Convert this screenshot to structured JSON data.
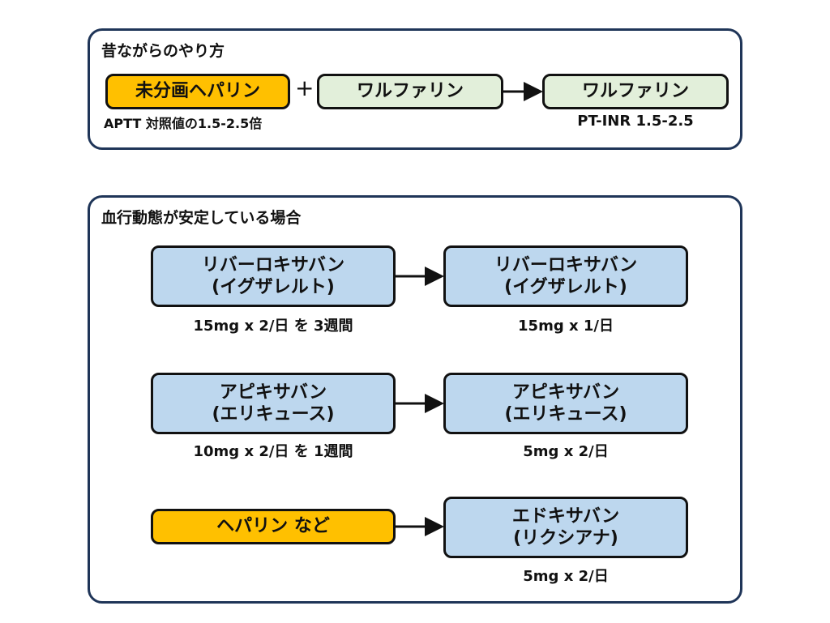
{
  "traditional": {
    "title": "昔ながらのやり方",
    "plus": "+",
    "box1": {
      "label": "未分画ヘパリン",
      "color": "#ffc000",
      "note": "APTT 対照値の1.5-2.5倍"
    },
    "box2": {
      "label": "ワルファリン",
      "color": "#e2efda"
    },
    "box3": {
      "label": "ワルファリン",
      "color": "#e2efda",
      "note": "PT-INR 1.5-2.5"
    }
  },
  "stable": {
    "title": "血行動態が安定している場合",
    "rows": [
      {
        "from": {
          "line1": "リバーロキサバン",
          "line2": "(イグザレルト)",
          "note": "15mg x 2/日 を 3週間"
        },
        "to": {
          "line1": "リバーロキサバン",
          "line2": "(イグザレルト)",
          "note": "15mg x 1/日"
        }
      },
      {
        "from": {
          "line1": "アピキサバン",
          "line2": "(エリキュース)",
          "note": "10mg x 2/日 を 1週間"
        },
        "to": {
          "line1": "アピキサバン",
          "line2": "(エリキュース)",
          "note": "5mg x 2/日"
        }
      },
      {
        "from": {
          "line1": "ヘパリン など",
          "note": ""
        },
        "to": {
          "line1": "エドキサバン",
          "line2": "(リクシアナ)",
          "note": "5mg x 2/日"
        }
      }
    ]
  },
  "colors": {
    "border": "#1f3558",
    "orange": "#ffc000",
    "green": "#e2efda",
    "blue": "#bdd7ee"
  }
}
